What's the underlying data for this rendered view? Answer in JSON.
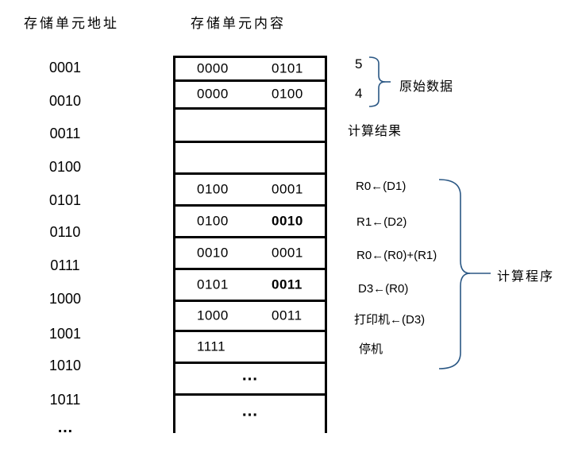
{
  "headers": {
    "address_column": "存储单元地址",
    "content_column": "存储单元内容"
  },
  "address_column": {
    "addresses": [
      "0001",
      "0010",
      "0011",
      "0100",
      "0101",
      "0110",
      "0111",
      "1000",
      "1001",
      "1010",
      "1011"
    ],
    "ellipsis": "…"
  },
  "memory": {
    "rows": [
      {
        "f1": "0000",
        "f2": "0101"
      },
      {
        "f1": "0000",
        "f2": "0100"
      },
      {
        "f1": "",
        "f2": ""
      },
      {
        "f1": "",
        "f2": ""
      },
      {
        "f1": "0100",
        "f2": "0001"
      },
      {
        "f1": "0100",
        "f2": "0010"
      },
      {
        "f1": "0010",
        "f2": "0001"
      },
      {
        "f1": "0101",
        "f2": "0011"
      },
      {
        "f1": "1000",
        "f2": "0011"
      },
      {
        "f1": "1111",
        "f2": ""
      },
      {
        "dots": "…"
      },
      {
        "dots": "…"
      }
    ]
  },
  "annotations": {
    "value_5": "5",
    "value_4": "4",
    "original_data_label": "原始数据",
    "result_label": "计算结果",
    "program_steps": [
      "R0←(D1)",
      "R1←(D2)",
      "R0←(R0)+(R1)",
      "D3←(R0)",
      "打印机←(D3)",
      "停机"
    ],
    "program_label": "计算程序"
  },
  "colors": {
    "brace": "#2A5784",
    "line": "#000000"
  }
}
